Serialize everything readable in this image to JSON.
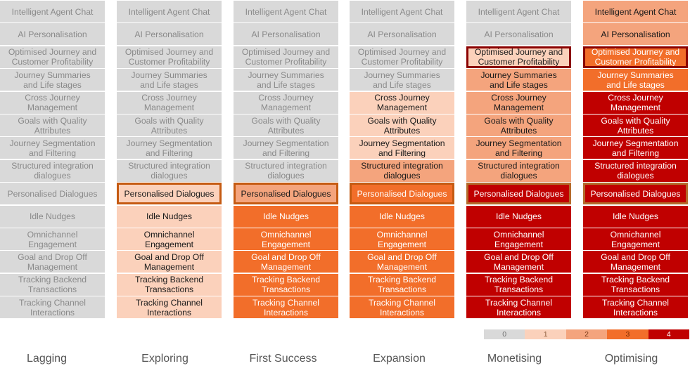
{
  "rows": [
    "Intelligent Agent Chat",
    "AI Personalisation",
    "Optimised Journey and\nCustomer Profitability",
    "Journey Summaries\nand Life stages",
    "Cross Journey\nManagement",
    "Goals with Quality\nAttributes",
    "Journey Segmentation\nand Filtering",
    "Structured integration\ndialogues",
    "Personalised Dialogues",
    "Idle Nudges",
    "Omnichannel\nEngagement",
    "Goal and Drop Off\nManagement",
    "Tracking Backend\nTransactions",
    "Tracking Channel\nInteractions"
  ],
  "stages": [
    {
      "name": "Lagging",
      "levels": [
        0,
        0,
        0,
        0,
        0,
        0,
        0,
        0,
        0,
        0,
        0,
        0,
        0,
        0
      ],
      "highlight": []
    },
    {
      "name": "Exploring",
      "levels": [
        0,
        0,
        0,
        0,
        0,
        0,
        0,
        0,
        1,
        1,
        1,
        1,
        1,
        1
      ],
      "highlight": [
        8
      ]
    },
    {
      "name": "First Success",
      "levels": [
        0,
        0,
        0,
        0,
        0,
        0,
        0,
        0,
        2,
        3,
        3,
        3,
        3,
        3
      ],
      "highlight": [
        8
      ]
    },
    {
      "name": "Expansion",
      "levels": [
        0,
        0,
        0,
        0,
        1,
        1,
        1,
        2,
        3,
        3,
        3,
        3,
        3,
        3
      ],
      "highlight": [
        8
      ]
    },
    {
      "name": "Monetising",
      "levels": [
        0,
        0,
        1,
        2,
        2,
        2,
        2,
        2,
        4,
        4,
        4,
        4,
        4,
        4
      ],
      "highlight": [
        2,
        8
      ]
    },
    {
      "name": "Optimising",
      "levels": [
        2,
        2,
        3,
        3,
        4,
        4,
        4,
        4,
        4,
        4,
        4,
        4,
        4,
        4
      ],
      "highlight": [
        2,
        8
      ]
    }
  ],
  "legend": [
    "0",
    "1",
    "2",
    "3",
    "4"
  ],
  "colors": {
    "level_0": "#d9d9d9",
    "level_1": "#fbd1bb",
    "level_2": "#f4a47d",
    "level_3": "#f26e2a",
    "level_4": "#c00000",
    "highlight_border": "#c55a11"
  }
}
